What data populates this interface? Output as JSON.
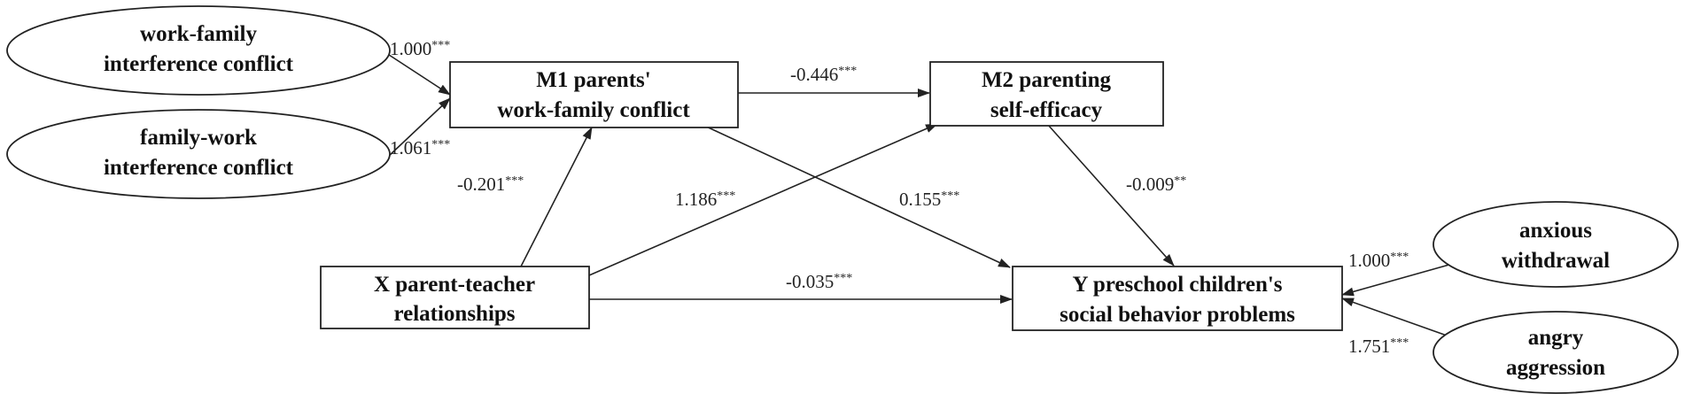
{
  "nodes": {
    "wfic": {
      "line1": "work-family",
      "line2": "interference conflict"
    },
    "fwic": {
      "line1": "family-work",
      "line2": "interference conflict"
    },
    "m1": {
      "line1": "M1 parents'",
      "line2": "work-family conflict"
    },
    "m2": {
      "line1": "M2 parenting",
      "line2": "self-efficacy"
    },
    "x": {
      "line1": "X parent-teacher",
      "line2": "relationships"
    },
    "y": {
      "line1": "Y preschool children's",
      "line2": "social behavior problems"
    },
    "aw": {
      "line1": "anxious",
      "line2": "withdrawal"
    },
    "aa": {
      "line1": "angry",
      "line2": "aggression"
    }
  },
  "paths": {
    "wfic_m1": {
      "value": "1.000",
      "sig": "***"
    },
    "fwic_m1": {
      "value": "1.061",
      "sig": "***"
    },
    "m1_m2": {
      "value": "-0.446",
      "sig": "***"
    },
    "x_m1": {
      "value": "-0.201",
      "sig": "***"
    },
    "x_m2": {
      "value": "1.186",
      "sig": "***"
    },
    "m1_y": {
      "value": "0.155",
      "sig": "***"
    },
    "m2_y": {
      "value": "-0.009",
      "sig": "**"
    },
    "x_y": {
      "value": "-0.035",
      "sig": "***"
    },
    "aw_y": {
      "value": "1.000",
      "sig": "***"
    },
    "aa_y": {
      "value": "1.751",
      "sig": "***"
    }
  },
  "colors": {
    "stroke": "#222222",
    "text": "#111111",
    "background": "#ffffff"
  }
}
